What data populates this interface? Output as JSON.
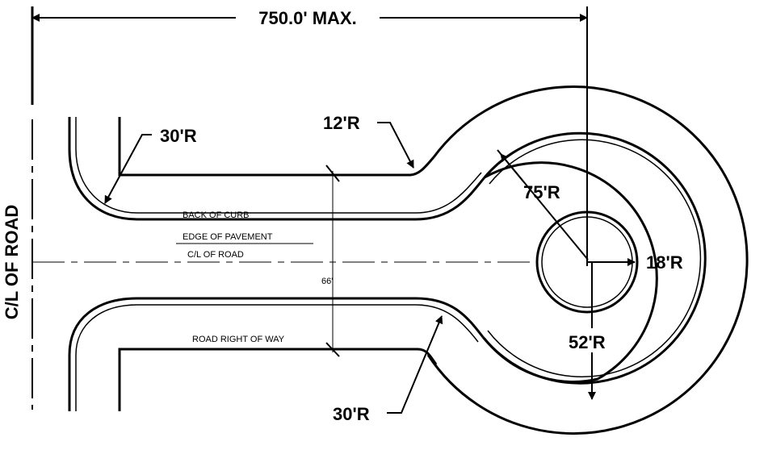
{
  "dimensions": {
    "max_length": "750.0' MAX.",
    "row_width": "66'"
  },
  "radii": {
    "curb_return_upper": "30'R",
    "curb_return_lower": "30'R",
    "transition": "12'R",
    "outer_curb": "75'R",
    "island": "18'R",
    "inner_curb": "52'R"
  },
  "labels": {
    "back_of_curb": "BACK OF CURB",
    "edge_of_pavement": "EDGE OF PAVEMENT",
    "centerline": "C/L OF ROAD",
    "right_of_way": "ROAD RIGHT OF WAY",
    "road_centerline_vertical": "C/L OF ROAD"
  }
}
